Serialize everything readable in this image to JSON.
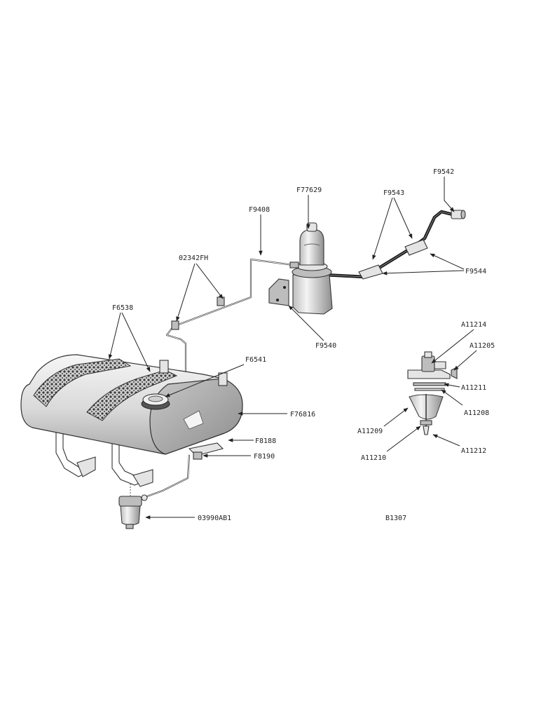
{
  "labels": {
    "f9542": "F9542",
    "f77629": "F77629",
    "f9543": "F9543",
    "f9408": "F9408",
    "p02342fh": "02342FH",
    "f9544": "F9544",
    "f6538": "F6538",
    "f9540": "F9540",
    "a11214": "A11214",
    "a11205": "A11205",
    "f6541": "F6541",
    "a11211": "A11211",
    "f76816": "F76816",
    "a11208": "A11208",
    "a11209": "A11209",
    "f8188": "F8188",
    "a11212": "A11212",
    "a11210": "A11210",
    "f8190": "F8190",
    "p03990ab1": "03990AB1",
    "b1307": "B1307"
  },
  "icons": {
    "arrow": "arrowhead",
    "tank": "fuel-tank",
    "pump": "fuel-pump",
    "sediment_bowl": "sediment-bowl-filter"
  }
}
